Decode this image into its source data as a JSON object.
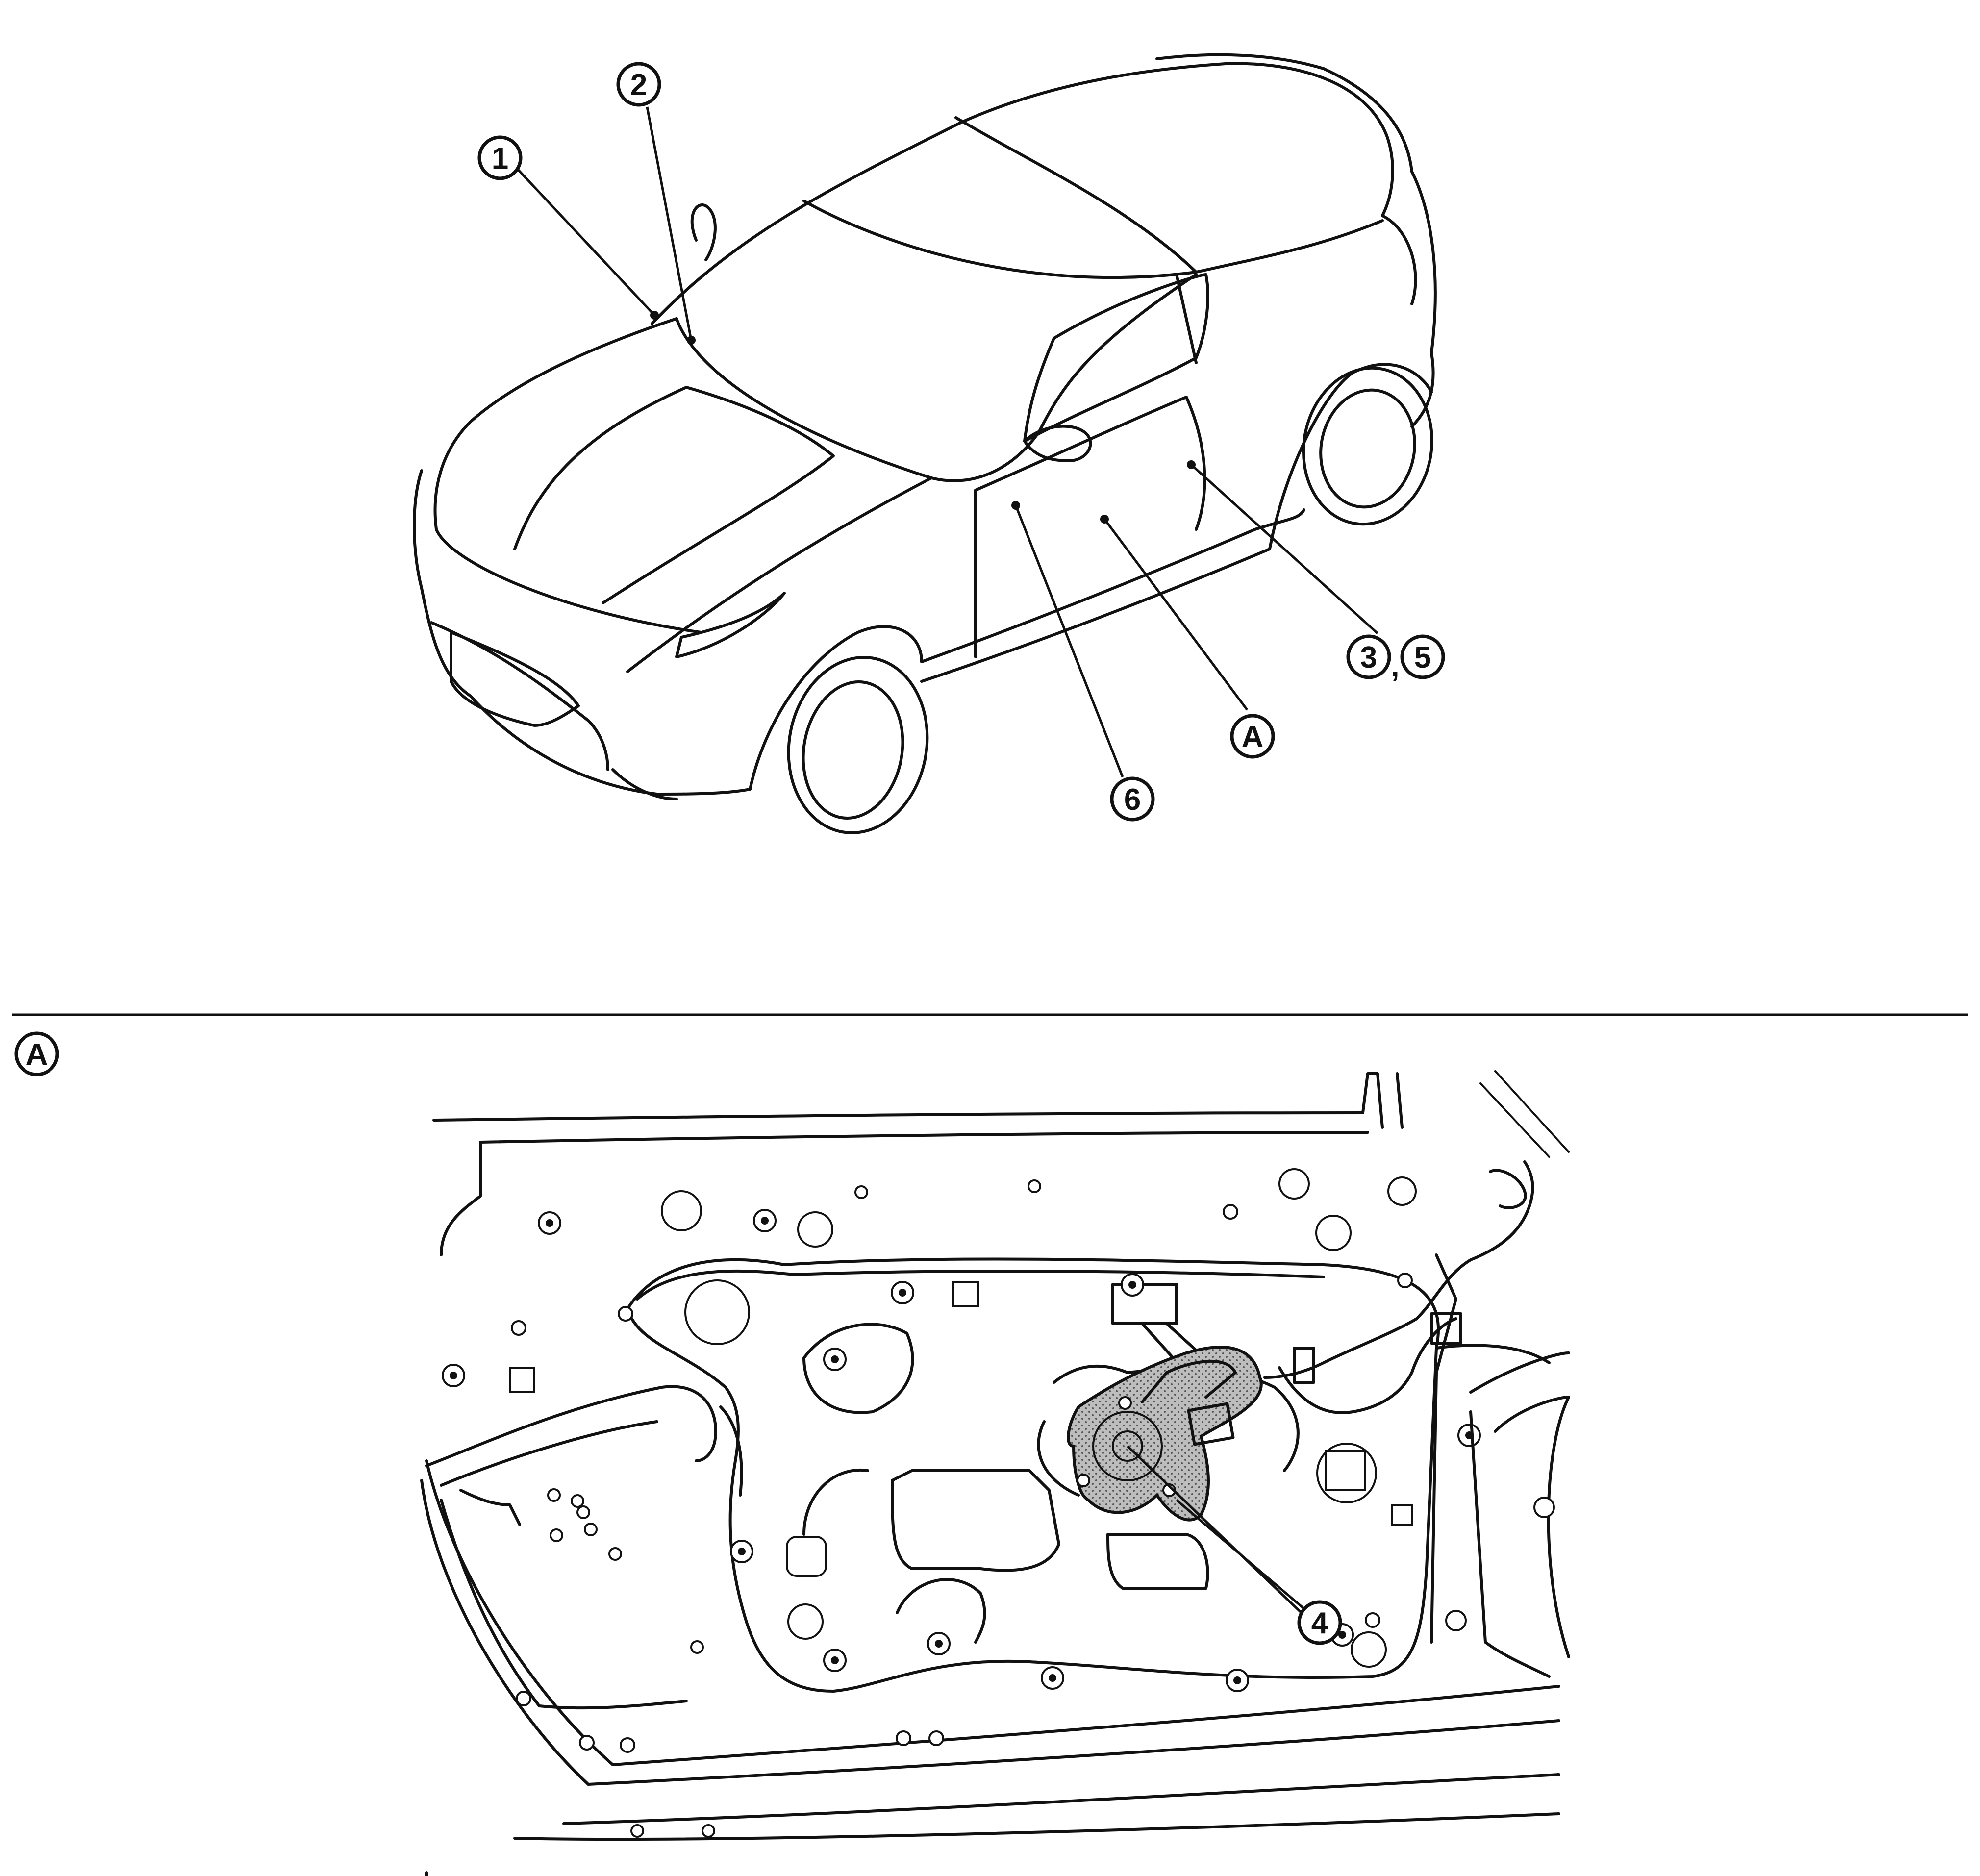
{
  "callouts": {
    "c1": "1",
    "c2": "2",
    "c3": "3",
    "c5": "5",
    "c6": "6",
    "cA": "A",
    "c4": "4",
    "detail_label": "A"
  },
  "separator": ","
}
